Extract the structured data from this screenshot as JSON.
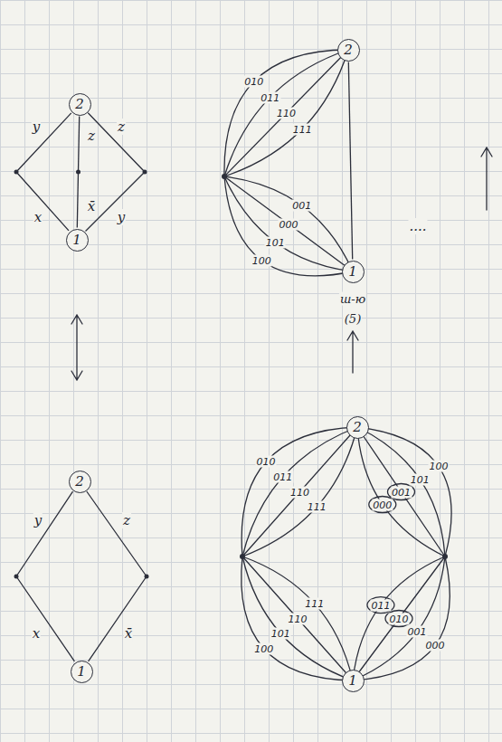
{
  "diagram": {
    "nodes": [
      {
        "text": [
          "2"
        ]
      },
      {
        "text": [
          "1"
        ]
      },
      {
        "text": [
          "2"
        ]
      },
      {
        "text": [
          "1"
        ]
      },
      {
        "text": [
          "2"
        ]
      },
      {
        "text": [
          "1"
        ]
      },
      {
        "text": [
          "2"
        ]
      },
      {
        "text": [
          "1"
        ]
      }
    ],
    "edges": [
      {
        "from": 1,
        "to": 0,
        "arrow": "none"
      },
      {
        "from": 1,
        "to": 0,
        "arrow": "none"
      },
      {
        "from": 1,
        "to": 0,
        "arrow": "none"
      },
      {
        "from": 3,
        "to": 2,
        "arrow": "none"
      },
      {
        "from": 3,
        "to": 2,
        "arrow": "none"
      },
      {
        "from": 5,
        "to": 4,
        "arrow": "none"
      }
    ],
    "labels": [
      "y",
      "x",
      "z",
      "x̄",
      "z",
      "y",
      "y",
      "x",
      "z",
      "x̄",
      "ш-ю",
      "(5)",
      "010",
      "011",
      "110",
      "111",
      "100",
      "101",
      "000",
      "001",
      "....",
      "010",
      "011",
      "110",
      "111",
      "100",
      "101",
      "001",
      "000",
      "100",
      "101",
      "110",
      "111",
      "000",
      "001",
      "010",
      "011"
    ]
  }
}
